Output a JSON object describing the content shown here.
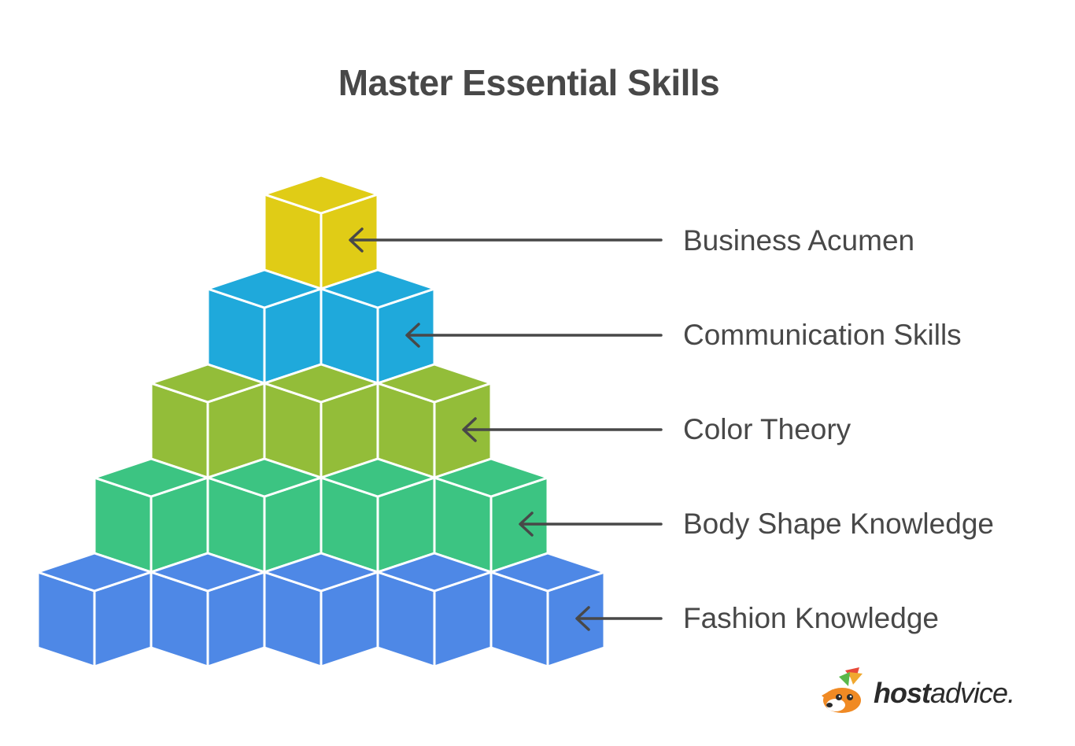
{
  "title": "Master Essential Skills",
  "layers": [
    {
      "label": "Business Acumen",
      "color": "#e0cc16",
      "cubes": 1
    },
    {
      "label": "Communication Skills",
      "color": "#1fa9db",
      "cubes": 2
    },
    {
      "label": "Color Theory",
      "color": "#93bd39",
      "cubes": 3
    },
    {
      "label": "Body Shape Knowledge",
      "color": "#3cc482",
      "cubes": 4
    },
    {
      "label": "Fashion Knowledge",
      "color": "#4e88e6",
      "cubes": 5
    }
  ],
  "colors": {
    "text": "#484848",
    "arrow": "#484848"
  },
  "logo": {
    "bold": "host",
    "rest": "advice."
  }
}
